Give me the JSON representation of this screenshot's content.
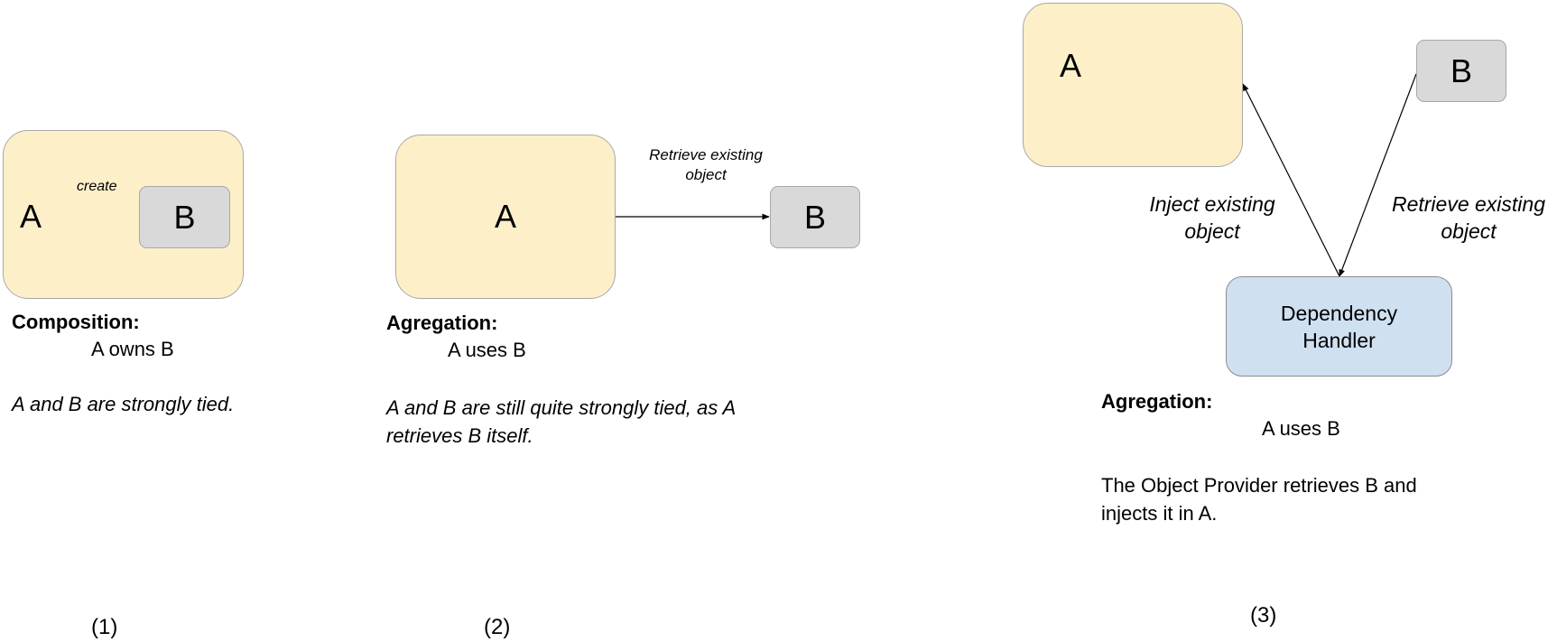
{
  "panel1": {
    "box_a_label": "A",
    "box_b_label": "B",
    "edge_label": "create",
    "heading": "Composition:",
    "relation": "A owns B",
    "description": "A and B are strongly tied.",
    "number": "(1)"
  },
  "panel2": {
    "box_a_label": "A",
    "box_b_label": "B",
    "edge_label_line1": "Retrieve existing",
    "edge_label_line2": "object",
    "heading": "Agregation:",
    "relation": "A uses B",
    "description_line1": "A and B are still quite strongly tied, as A",
    "description_line2": "retrieves B itself.",
    "number": "(2)"
  },
  "panel3": {
    "box_a_label": "A",
    "box_b_label": "B",
    "handler_line1": "Dependency",
    "handler_line2": "Handler",
    "inject_line1": "Inject  existing",
    "inject_line2": "object",
    "retrieve_line1": "Retrieve existing",
    "retrieve_line2": "object",
    "heading": "Agregation:",
    "relation": "A uses B",
    "description_line1": "The Object Provider retrieves B and",
    "description_line2": "injects it in A.",
    "number": "(3)"
  },
  "colors": {
    "box_a_fill": "#fdf0c9",
    "box_b_fill": "#d9d9d9",
    "handler_fill": "#cfe0f1"
  }
}
